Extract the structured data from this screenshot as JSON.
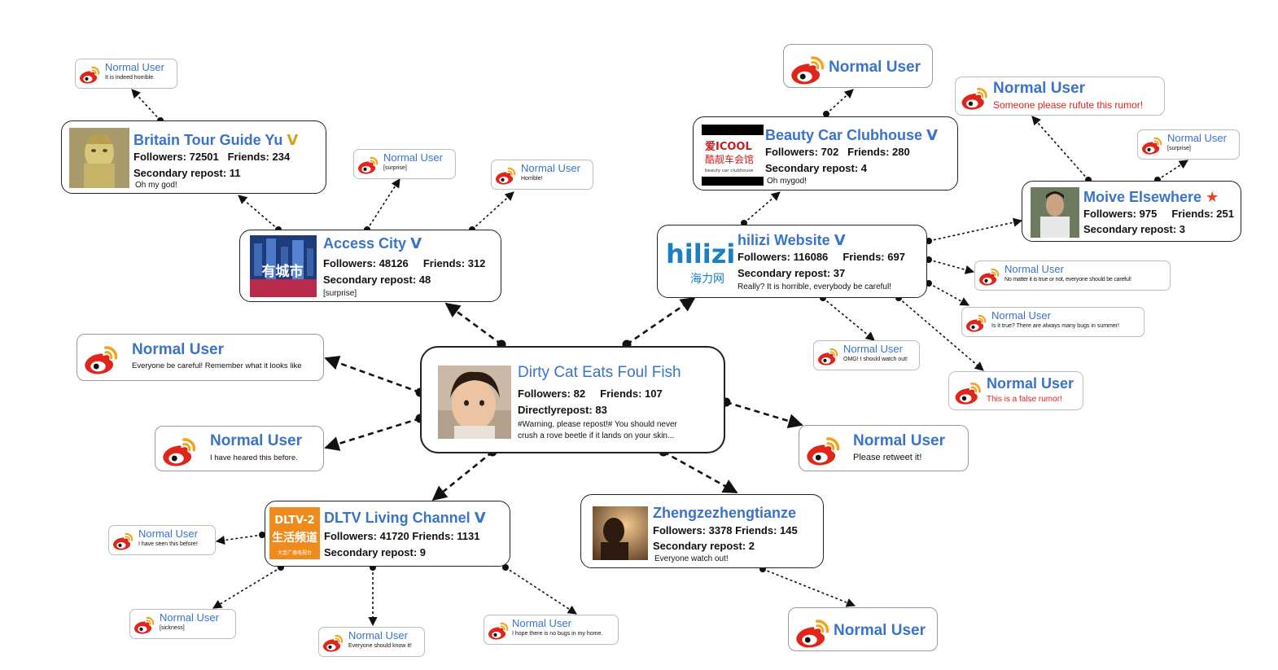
{
  "colors": {
    "name_blue": "#3a73c7",
    "rumor_red": "#e02020",
    "weibo_red": "#e0261b",
    "weibo_orange": "#f3a21a",
    "verified_gold": "#d9a21b"
  },
  "icons": {
    "weibo": "weibo-logo-icon",
    "verified": "verified-v-icon",
    "star": "star-icon"
  },
  "center": {
    "name": "Dirty Cat Eats Foul Fish",
    "stats": "Followers: 82     Friends: 107",
    "repost": "Directlyrepost: 83",
    "msg1": "#Warning, please repost!# You should never",
    "msg2": "crush a rove beetle if it lands on your skin..."
  },
  "verified": {
    "britain": {
      "name": "Britain Tour Guide Yu",
      "badge": "V",
      "stats": "Followers: 72501   Friends: 234",
      "repost": "Secondary repost: 11",
      "msg": "Oh my god!"
    },
    "access": {
      "name": "Access City",
      "badge": "V",
      "stats": "Followers: 48126     Friends: 312",
      "repost": "Secondary repost: 48",
      "msg": "[surprise]",
      "logo_text": "有城市"
    },
    "beauty": {
      "name": "Beauty Car Clubhouse",
      "badge": "V",
      "stats": "Followers: 702   Friends: 280",
      "repost": "Secondary repost: 4",
      "msg": "Oh mygod!",
      "logo_top": "爱ICOOL",
      "logo_mid": "酷靓车会馆",
      "logo_sub": "beauty car clubhouse"
    },
    "hilizi": {
      "name": "hilizi Website",
      "badge": "V",
      "stats": "Followers: 116086     Friends: 697",
      "repost": "Secondary repost: 37",
      "msg": "Really? It is horrible, everybody be careful!",
      "logo_text": "hilizi",
      "logo_sub": "海力网"
    },
    "moive": {
      "name": "Moive Elsewhere",
      "badge": "★",
      "stats": "Followers: 975     Friends: 251",
      "repost": "Secondary repost: 3"
    },
    "dltv": {
      "name": "DLTV Living Channel",
      "badge": "V",
      "stats": "Followers: 41720 Friends: 1131",
      "repost": "Secondary repost: 9",
      "logo_top": "DLTV-2",
      "logo_mid": "生活频道",
      "logo_sub": "大连广播电视台"
    },
    "zheng": {
      "name": "Zhengzezhengtianze",
      "stats": "Followers: 3378 Friends: 145",
      "repost": "Secondary repost: 2",
      "msg": "Everyone watch out!"
    }
  },
  "normal_users": {
    "n1": {
      "name": "Normal User",
      "msg": "It is indeed horrible."
    },
    "n2": {
      "name": "Normal User",
      "msg": "[surprise]"
    },
    "n3": {
      "name": "Normal User",
      "msg": "Horrible!"
    },
    "n4": {
      "name": "Normal User",
      "msg": "Everyone be careful! Remember what it looks like"
    },
    "n5": {
      "name": "Normal User",
      "msg": "I have heared this before."
    },
    "n6": {
      "name": "Normal User",
      "msg": "I have seen this before!"
    },
    "n7": {
      "name": "Normal User",
      "msg": "[sickness]"
    },
    "n8": {
      "name": "Normal User",
      "msg": "Everyone should know it!"
    },
    "n9": {
      "name": "Normal User",
      "msg": "I hope there is no bugs in my home."
    },
    "n10": {
      "name": "Normal User",
      "msg": "Please retweet it!"
    },
    "n11": {
      "name": "Normal User",
      "msg": "This is a false rumor!"
    },
    "n12": {
      "name": "Normal User",
      "msg": "OMG! I should watch out!"
    },
    "n13": {
      "name": "Normal User",
      "msg": "Is it true? There are always many bugs in summer!"
    },
    "n14": {
      "name": "Normal User",
      "msg": "No matter it is true or not, everyone should be careful!"
    },
    "n15": {
      "name": "Normal User",
      "msg": "[surprise]"
    },
    "n16": {
      "name": "Normal User",
      "msg": "Someone please rufute this rumor!"
    },
    "n17": {
      "name": "Normal User"
    },
    "n18": {
      "name": "Normal User"
    }
  }
}
